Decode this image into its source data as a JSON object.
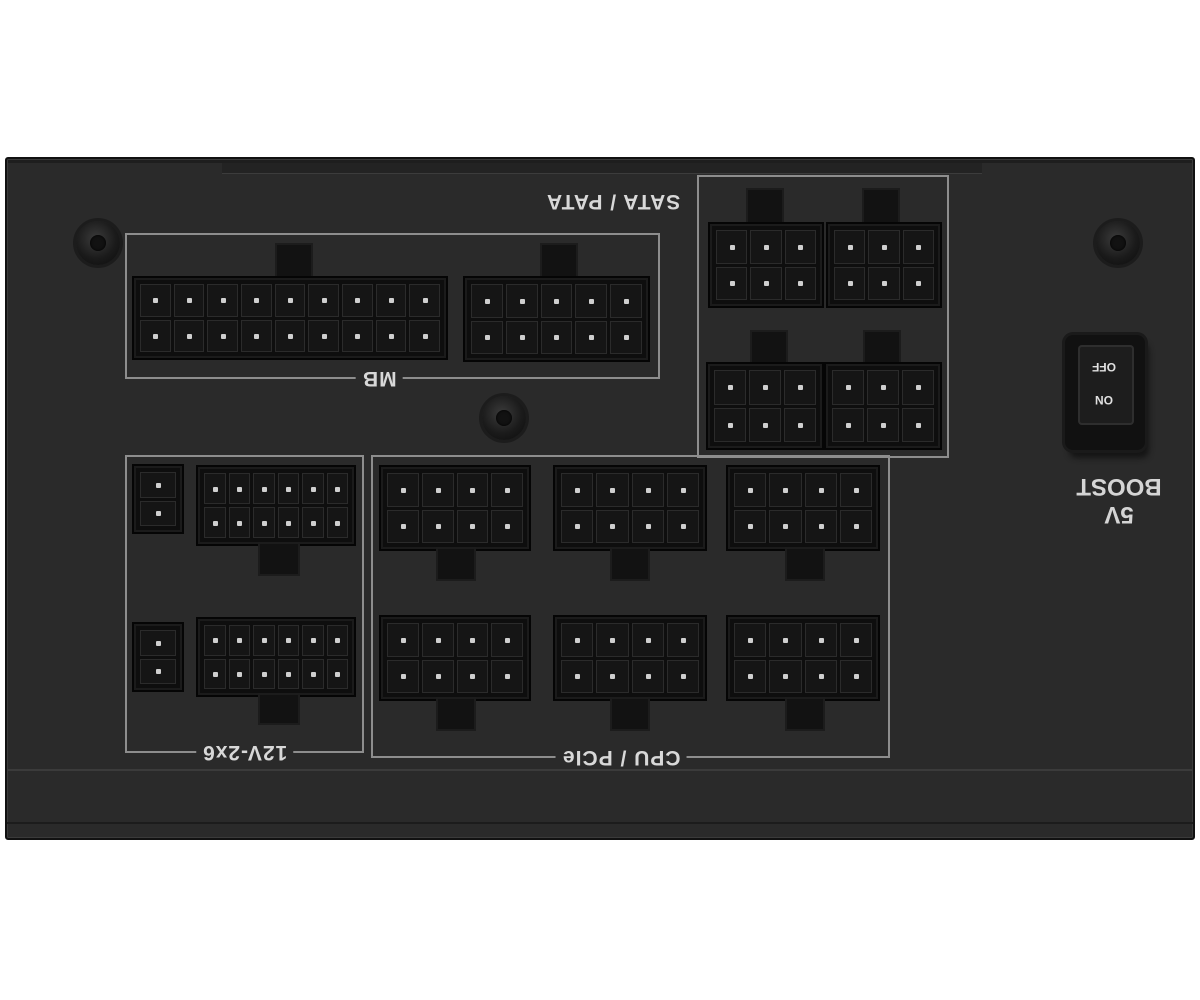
{
  "labels": {
    "mb": "MB",
    "sata_pata": "SATA / PATA",
    "cpu_pcie": "CPU / PCIe",
    "v12_2x6": "12V-2x6",
    "boost_line1": "5V",
    "boost_line2": "BOOST",
    "switch_on": "ON",
    "switch_off": "OFF"
  }
}
